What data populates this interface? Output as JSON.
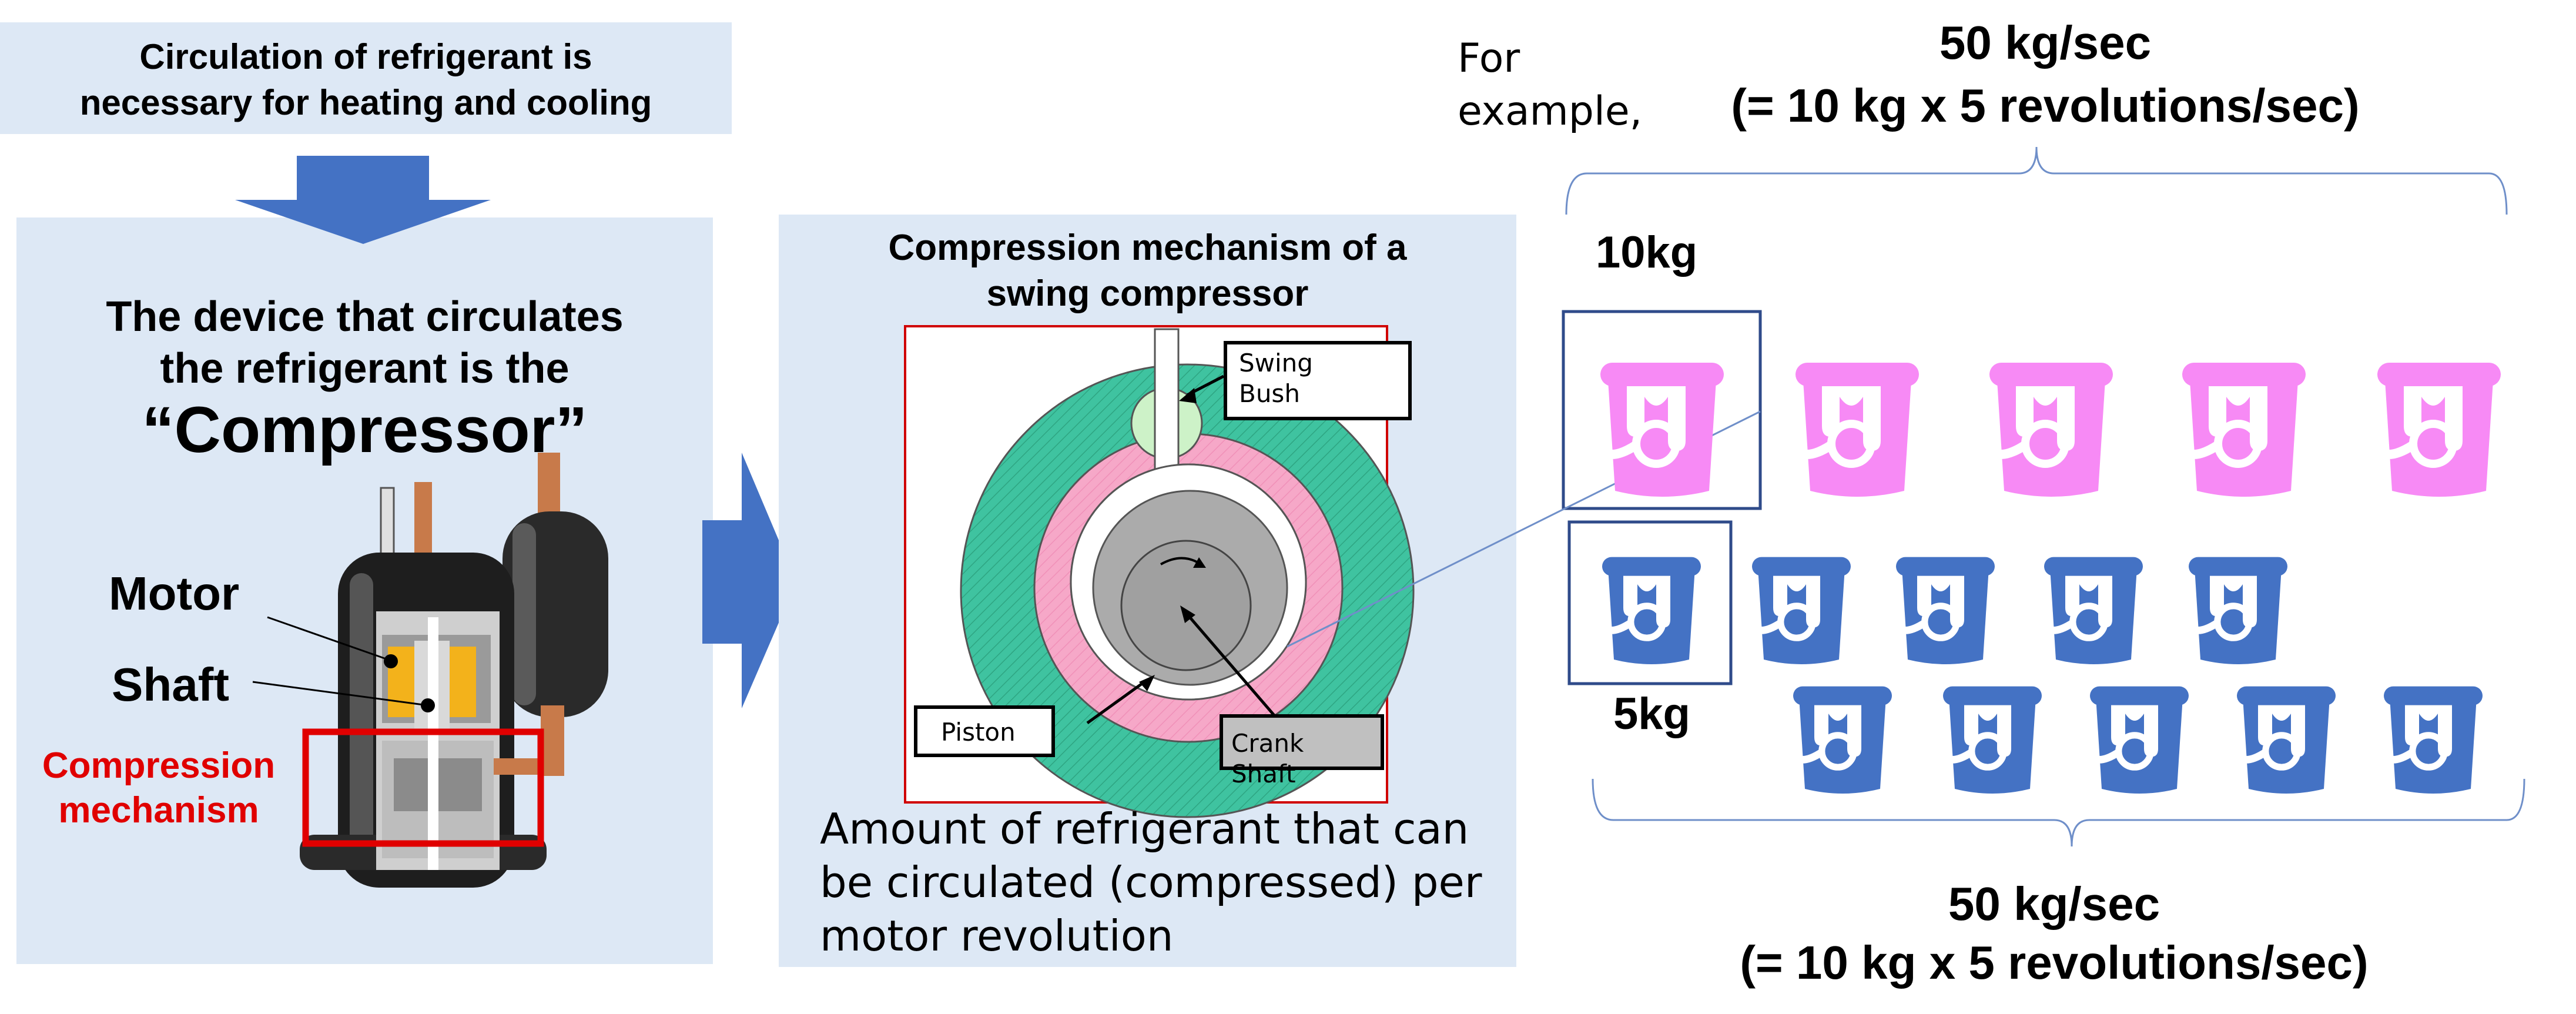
{
  "left": {
    "top_box": {
      "line1": "Circulation of refrigerant is",
      "line2": "necessary for heating and cooling"
    },
    "heading_line1": "The device that circulates",
    "heading_line2": "the refrigerant is the",
    "compressor": "“Compressor”",
    "label_motor": "Motor",
    "label_shaft": "Shaft",
    "label_compression_1": "Compression",
    "label_compression_2": "mechanism"
  },
  "middle": {
    "title_line1": "Compression mechanism of a",
    "title_line2": "swing compressor",
    "label_swing_1": "Swing",
    "label_swing_2": "Bush",
    "label_piston": "Piston",
    "label_crank": "Crank Shaft",
    "desc_line1": "Amount of refrigerant that can",
    "desc_line2": "be circulated (compressed) per",
    "desc_line3": "motor revolution"
  },
  "right": {
    "for_line1": "For",
    "for_line2": "example,",
    "top_rate": "50 kg/sec",
    "top_formula": "(= 10 kg x 5 revolutions/sec)",
    "label_10kg": "10kg",
    "label_5kg": "5kg",
    "bottom_rate": "50 kg/sec",
    "bottom_formula": "(= 10 kg x 5 revolutions/sec)"
  },
  "colors": {
    "panel": "#dde8f5",
    "arrow": "#4472c4",
    "pink_bucket": "#f78af5",
    "blue_bucket": "#4472c4",
    "red": "#e00000",
    "teal": "#3fc3a0",
    "pink": "#f6a8c8"
  }
}
